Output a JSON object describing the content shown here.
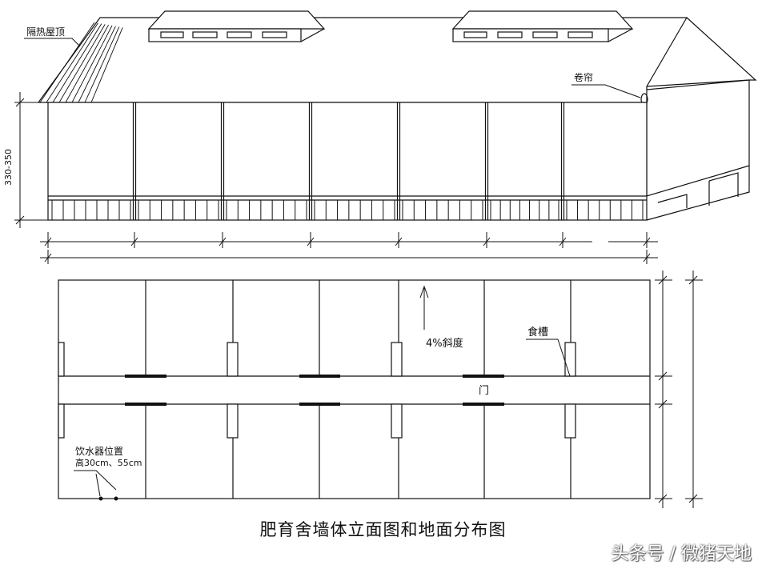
{
  "labels": {
    "insulated_roof": "隔热屋顶",
    "curtain": "卷帘",
    "height_range": "330-350",
    "slope": "4%斜度",
    "trough": "食槽",
    "door": "门",
    "drinker_position": "饮水器位置",
    "drinker_heights": "高30cm、55cm"
  },
  "caption": "肥育舍墙体立面图和地面分布图",
  "watermark": "头条号 / 微猪天地",
  "colors": {
    "line": "#111111",
    "background": "#ffffff"
  },
  "structure": {
    "elevation_bays": 7,
    "pens_per_row": 7,
    "slat_openings_per_bay": 7
  }
}
